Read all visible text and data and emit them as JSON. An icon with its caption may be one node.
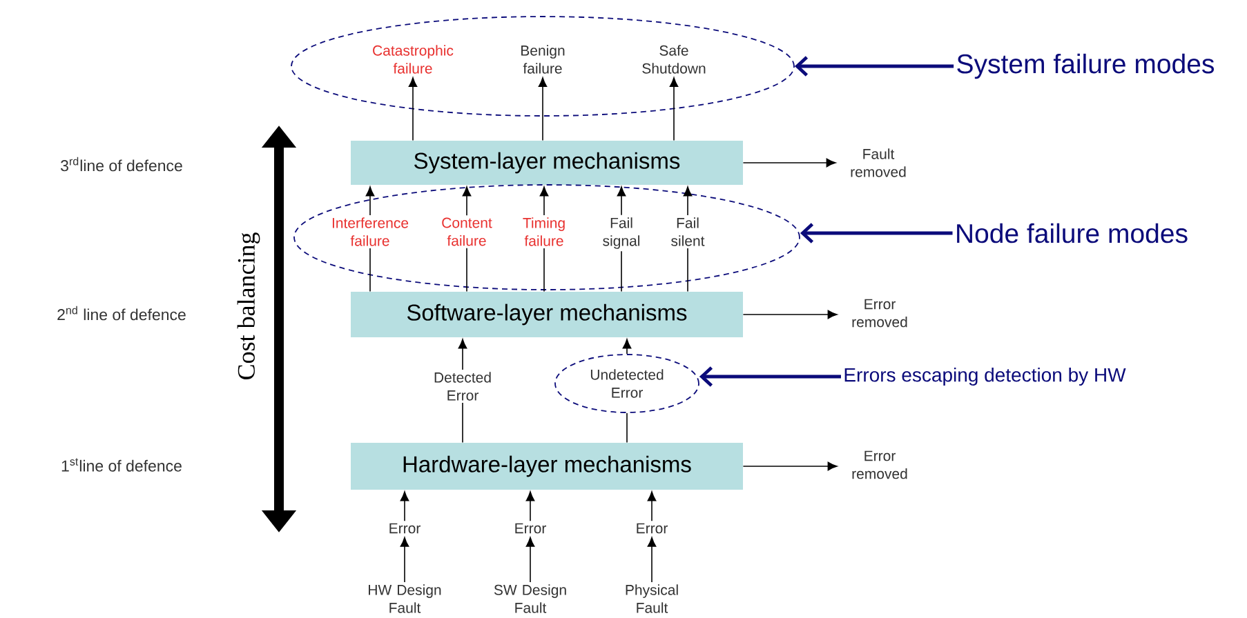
{
  "diagram": {
    "nodes": [
      {
        "text": [],
        "shape": "ellipse"
      },
      {
        "text": [
          "Catastrophic failure"
        ],
        "in": 0
      },
      {
        "text": [
          "Benign failure"
        ],
        "in": 0
      },
      {
        "text": [
          "Safe Shutdown"
        ],
        "in": 0
      },
      {
        "text": [
          "System failure modes"
        ]
      },
      {
        "text": [
          "System-layer mechanisms"
        ]
      },
      {
        "text": [
          "Fault removed"
        ]
      },
      {
        "text": [],
        "shape": "ellipse"
      },
      {
        "text": [
          "Interference failure"
        ],
        "in": 7
      },
      {
        "text": [
          "Content failure"
        ],
        "in": 7
      },
      {
        "text": [
          "Timing failure"
        ],
        "in": 7
      },
      {
        "text": [
          "Fail signal"
        ],
        "in": 7
      },
      {
        "text": [
          "Fail silent"
        ],
        "in": 7
      },
      {
        "text": [
          "Node failure modes"
        ]
      },
      {
        "text": [
          "Software-layer mechanisms"
        ]
      },
      {
        "text": [
          "Error removed"
        ]
      },
      {
        "text": [
          "Detected Error"
        ]
      },
      {
        "text": [
          "Undetected Error"
        ]
      },
      {
        "text": [
          "Errors escaping detection by HW"
        ]
      },
      {
        "text": [
          "Hardware-layer mechanisms"
        ]
      },
      {
        "text": [
          "Error removed"
        ]
      },
      {
        "text": [
          "Error"
        ]
      },
      {
        "text": [
          "Error"
        ]
      },
      {
        "text": [
          "Error"
        ]
      },
      {
        "text": [
          "HW Design Fault"
        ]
      },
      {
        "text": [
          "SW Design Fault"
        ]
      },
      {
        "text": [
          "Physical Fault"
        ]
      }
    ],
    "edges": [
      {
        "from": 5,
        "to": 1,
        "arrow": "to"
      },
      {
        "from": 5,
        "to": 2,
        "arrow": "to"
      },
      {
        "from": 5,
        "to": 3,
        "arrow": "to"
      },
      {
        "from": 4,
        "to": 0,
        "arrow": "to",
        "style": "thick",
        "color": "#0b0b7a"
      },
      {
        "from": 5,
        "to": 6,
        "arrow": "to"
      },
      {
        "from": 14,
        "to": 8,
        "arrow": "none"
      },
      {
        "from": 14,
        "to": 9,
        "arrow": "none"
      },
      {
        "from": 14,
        "to": 10,
        "arrow": "none"
      },
      {
        "from": 14,
        "to": 11,
        "arrow": "none"
      },
      {
        "from": 14,
        "to": 12,
        "arrow": "none"
      },
      {
        "from": 8,
        "to": 5,
        "arrow": "to"
      },
      {
        "from": 9,
        "to": 5,
        "arrow": "to"
      },
      {
        "from": 10,
        "to": 5,
        "arrow": "to"
      },
      {
        "from": 11,
        "to": 5,
        "arrow": "to"
      },
      {
        "from": 12,
        "to": 5,
        "arrow": "to"
      },
      {
        "from": 13,
        "to": 7,
        "arrow": "to",
        "style": "thick",
        "color": "#0b0b7a"
      },
      {
        "from": 14,
        "to": 15,
        "arrow": "to"
      },
      {
        "from": 19,
        "to": 16,
        "arrow": "none"
      },
      {
        "from": 16,
        "to": 14,
        "arrow": "to"
      },
      {
        "from": 19,
        "to": 17,
        "arrow": "none"
      },
      {
        "from": 17,
        "to": 14,
        "arrow": "to"
      },
      {
        "from": 18,
        "to": 17,
        "arrow": "to",
        "style": "thick",
        "color": "#0b0b7a"
      },
      {
        "from": 19,
        "to": 20,
        "arrow": "to"
      },
      {
        "from": 21,
        "to": 19,
        "arrow": "to"
      },
      {
        "from": 22,
        "to": 19,
        "arrow": "to"
      },
      {
        "from": 23,
        "to": 19,
        "arrow": "to"
      },
      {
        "from": 24,
        "to": 21,
        "arrow": "to"
      },
      {
        "from": 25,
        "to": 22,
        "arrow": "to"
      },
      {
        "from": 26,
        "to": 23,
        "arrow": "to"
      }
    ],
    "labels": [
      "3$^{rd}$line of defence",
      "2$^{nd}$ line of defence",
      "1$^{st}$line of defence",
      "Cost balancing"
    ]
  }
}
